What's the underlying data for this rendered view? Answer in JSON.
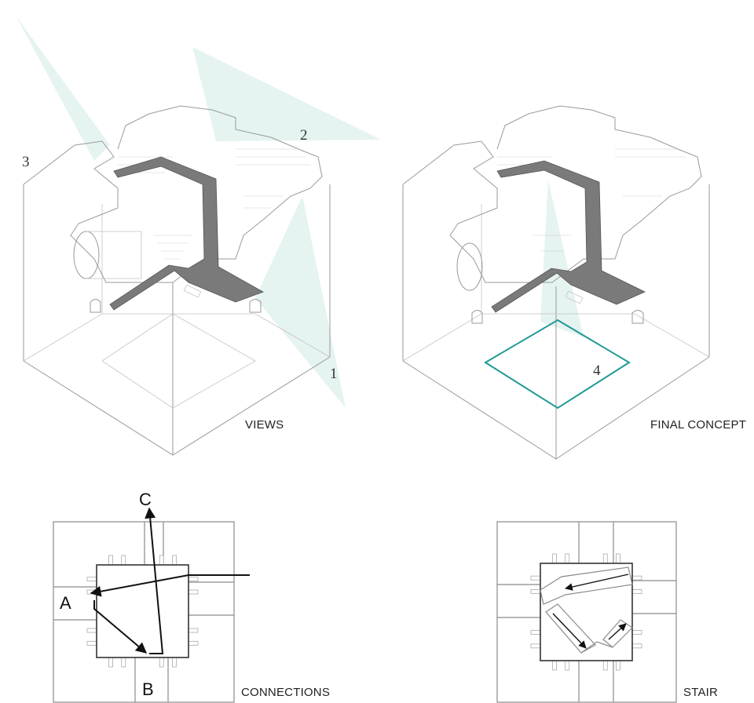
{
  "panels": {
    "views": {
      "caption": "VIEWS",
      "markers": [
        "1",
        "2",
        "3"
      ]
    },
    "final_concept": {
      "caption": "FINAL CONCEPT",
      "markers": [
        "4"
      ],
      "accent_color": "#1f9a96"
    },
    "connections": {
      "caption": "CONNECTIONS",
      "letters": [
        "A",
        "B",
        "C"
      ]
    },
    "stair": {
      "caption": "STAIR"
    }
  },
  "colors": {
    "view_cone": "#cfe9e6",
    "stair_fill": "#7a7a7a",
    "line": "#9a9a9a"
  }
}
